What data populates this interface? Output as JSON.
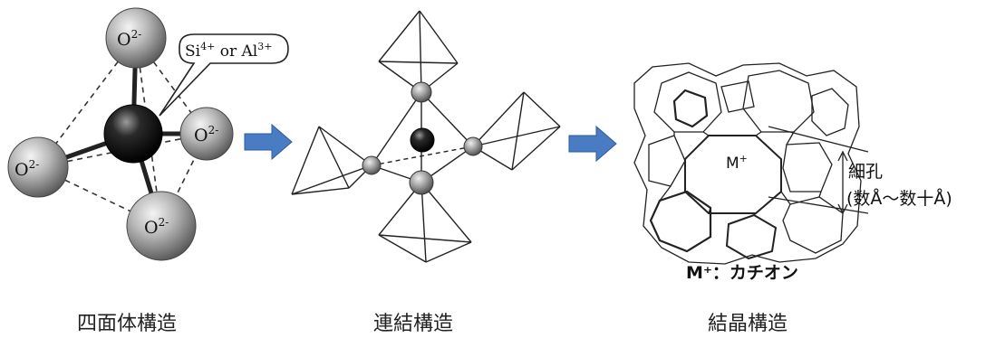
{
  "tetrahedron": {
    "caption": "四面体構造",
    "oxygen_label": "O",
    "oxygen_charge": "2-",
    "callout": {
      "si": "Si",
      "si_charge": "4+",
      "or": " or ",
      "al": "Al",
      "al_charge": "3+"
    }
  },
  "linked": {
    "caption": "連結構造"
  },
  "crystal": {
    "caption": "結晶構造",
    "cation_symbol": "M",
    "cation_charge": "+",
    "pore_label": "細孔",
    "pore_size": "(数Å～数十Å)",
    "legend": "M⁺：カチオン"
  },
  "colors": {
    "arrow": "#4a7cc4",
    "sphere_light": "#d8d8d8",
    "sphere_dark": "#6e6e6e",
    "center_dark": "#111111"
  }
}
